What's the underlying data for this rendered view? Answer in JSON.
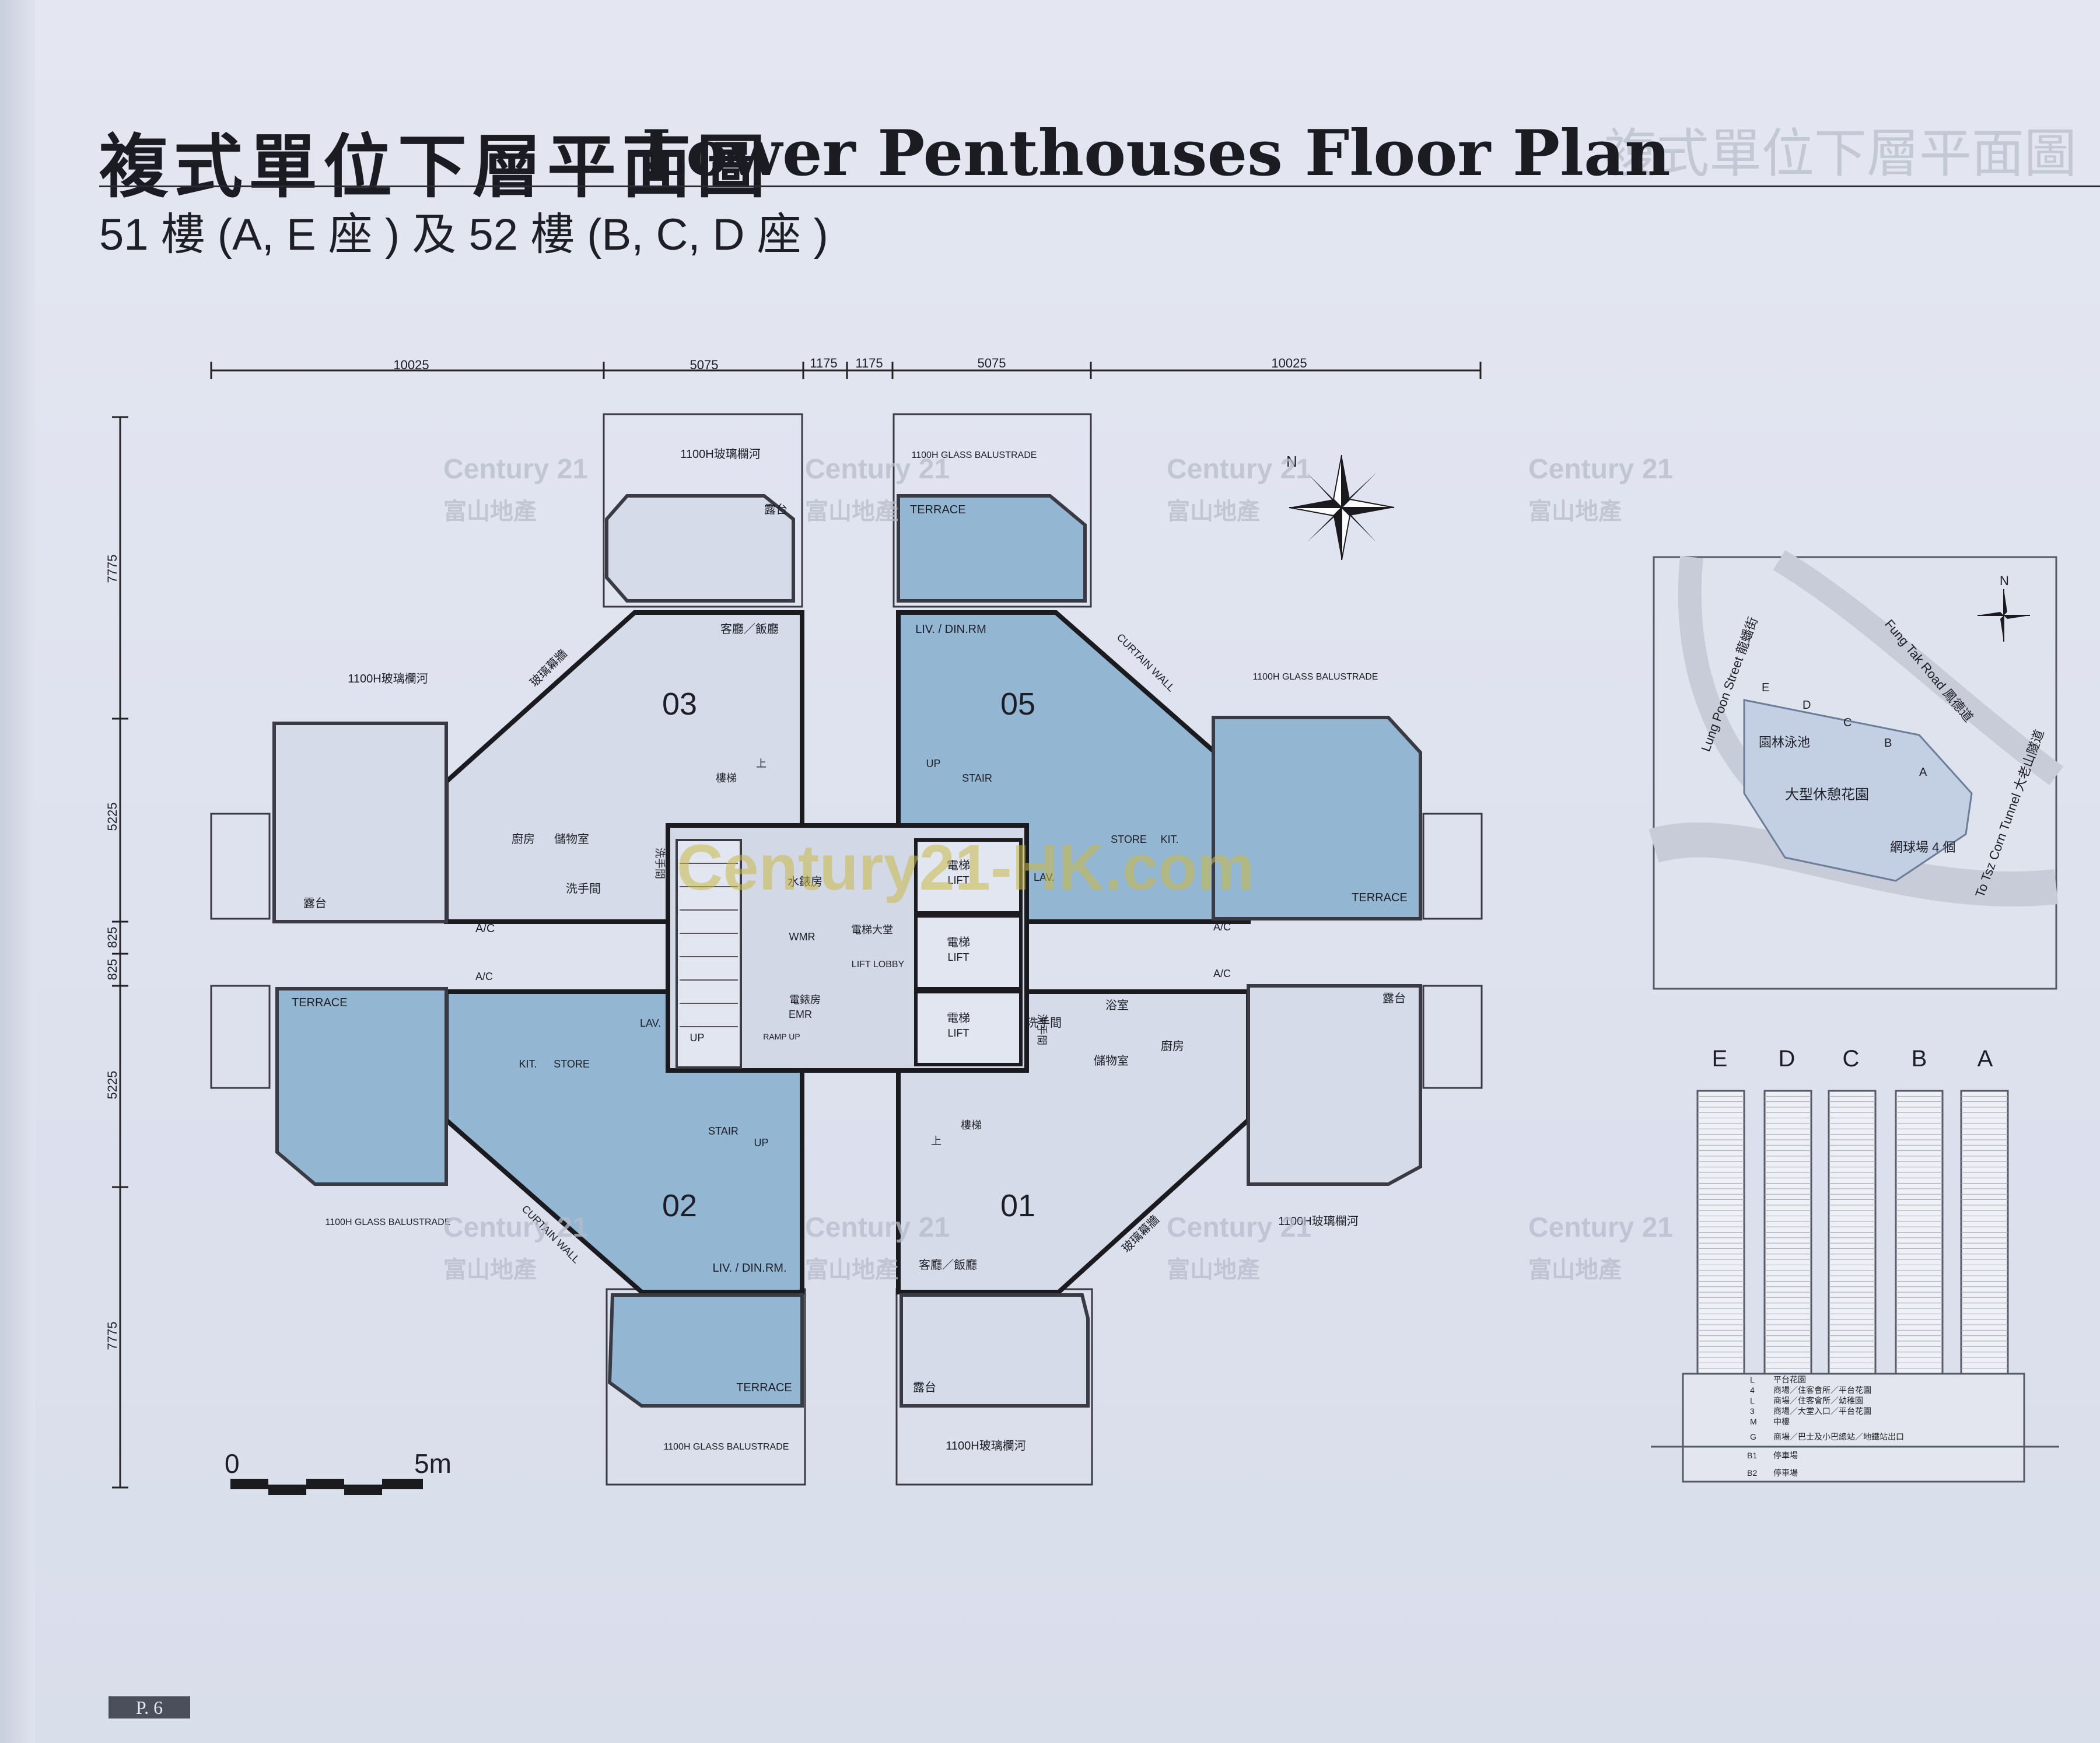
{
  "title": {
    "zh": "複式單位下層平面圖",
    "en": "Lower Penthouses Floor Plan"
  },
  "subtitle": "51 樓 (A, E 座 ) 及 52 樓 (B, C, D 座 )",
  "page_label": "P. 6",
  "dimensions": {
    "top": [
      "10025",
      "5075",
      "1175",
      "1175",
      "5075",
      "10025"
    ],
    "left": [
      "7775",
      "5225",
      "825",
      "825",
      "5225",
      "7775"
    ]
  },
  "units": {
    "u03": {
      "number": "03",
      "liv": "客廳／飯廳",
      "balcony": "露台",
      "balustrade_top": "1100H玻璃欄河",
      "balustrade_left": "1100H玻璃欄河",
      "curtain_wall": "玻璃幕牆",
      "kitchen": "廚房",
      "store": "儲物室",
      "lav": "洗手間",
      "balcony_left": "露台",
      "ac": "A/C"
    },
    "u05": {
      "number": "05",
      "liv": "LIV. / DIN.RM",
      "terrace": "TERRACE",
      "balustrade_top": "1100H GLASS BALUSTRADE",
      "balustrade_right": "1100H GLASS BALUSTRADE",
      "curtain_wall": "CURTAIN WALL",
      "store": "STORE",
      "kit": "KIT.",
      "lav": "LAV.",
      "terrace_right": "TERRACE",
      "ac": "A/C"
    },
    "u02": {
      "number": "02",
      "liv": "LIV. / DIN.RM.",
      "terrace": "TERRACE",
      "terrace_left": "TERRACE",
      "balustrade_bottom": "1100H GLASS BALUSTRADE",
      "balustrade_left": "1100H GLASS BALUSTRADE",
      "curtain_wall": "CURTAIN WALL",
      "kit": "KIT.",
      "store": "STORE",
      "lav": "LAV.",
      "ac": "A/C"
    },
    "u01": {
      "number": "01",
      "liv": "客廳／飯廳",
      "balcony": "露台",
      "balcony_right": "露台",
      "balustrade_bottom": "1100H玻璃欄河",
      "balustrade_right": "1100H玻璃欄河",
      "curtain_wall": "玻璃幕牆",
      "kitchen": "廚房",
      "store": "儲物室",
      "bath": "浴室",
      "lav": "洗手間",
      "ac": "A/C"
    }
  },
  "core": {
    "stair_zh": "樓梯",
    "stair": "STAIR",
    "up": "UP",
    "down": "上",
    "wmr_zh": "水錶房",
    "wmr": "WMR",
    "lobby_zh": "電梯大堂",
    "lobby": "LIFT LOBBY",
    "emr_zh": "電錶房",
    "emr": "EMR",
    "ramp": "RAMP UP",
    "lift_zh": "電梯",
    "lift": "LIFT",
    "lav_zh": "洗手間"
  },
  "scale": {
    "start": "0",
    "end": "5m"
  },
  "site_map": {
    "north": "N",
    "roads": [
      "Fung Tak Road 鳳德道",
      "Lung Poon Street 龍蟠街",
      "To Tsz Corn Tunnel 大老山隧道"
    ],
    "areas": [
      "園林泳池",
      "大型休憩花園",
      "網球場 4 個"
    ],
    "blocks": [
      "E",
      "D",
      "C",
      "B",
      "A"
    ]
  },
  "towers": {
    "labels": [
      "E",
      "D",
      "C",
      "B",
      "A"
    ],
    "podium": [
      {
        "level": "L",
        "desc": "平台花園"
      },
      {
        "level": "4",
        "desc": "商場／住客會所／平台花園"
      },
      {
        "level": "L",
        "desc": "商場／住客會所／幼稚園"
      },
      {
        "level": "3",
        "desc": "商場／大堂入口／平台花園"
      },
      {
        "level": "M",
        "desc": "中樓"
      },
      {
        "level": "G",
        "desc": "商場／巴士及小巴總站／地鐵站出口"
      },
      {
        "level": "B1",
        "desc": "停車場"
      },
      {
        "level": "B2",
        "desc": "停車場"
      }
    ]
  },
  "watermark": {
    "brand": "Century 21",
    "sub": "富山地產",
    "site": "Century21-HK.com"
  },
  "colors": {
    "highlight": "#93b6d2",
    "plain": "#d9deeb",
    "wall": "#1a1a1f",
    "watermark": "#b6bcc9"
  }
}
